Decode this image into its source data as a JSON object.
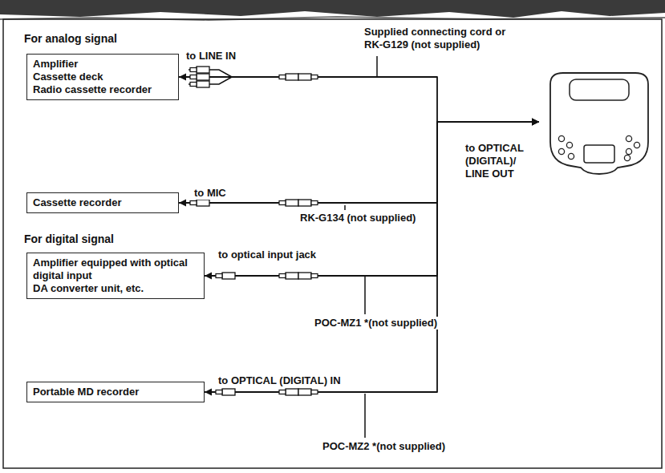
{
  "diagram": {
    "nodes": [
      {
        "text": [
          "Amplifier",
          "Cassette deck",
          "Radio cassette recorder"
        ]
      },
      {
        "text": [
          "Cassette recorder"
        ]
      },
      {
        "text": [
          "Amplifier equipped with optical digital input",
          "DA converter unit, etc."
        ]
      },
      {
        "text": [
          "Portable MD recorder"
        ]
      },
      {
        "text": [
          "to OPTICAL (DIGITAL)/ LINE OUT"
        ]
      }
    ],
    "edges": [
      {
        "from": 4,
        "to": 0,
        "arrow": "both",
        "label": "to LINE IN"
      },
      {
        "from": 4,
        "to": 1,
        "arrow": "both",
        "label": "to MIC"
      },
      {
        "from": 4,
        "to": 2,
        "arrow": "both",
        "label": "to optical input jack"
      },
      {
        "from": 4,
        "to": 3,
        "arrow": "both",
        "label": "to OPTICAL (DIGITAL) IN"
      }
    ],
    "labels": [
      "For analog signal",
      "Supplied connecting cord or RK-G129 (not supplied)",
      "RK-G134 (not supplied)",
      "For digital signal",
      "POC-MZ1 *(not supplied)",
      "POC-MZ2 *(not supplied)"
    ]
  }
}
